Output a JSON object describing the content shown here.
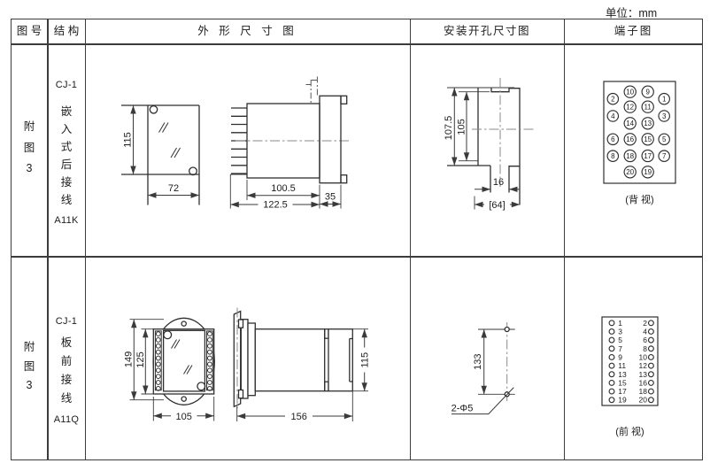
{
  "unit_label": "单位：mm",
  "headers": {
    "figure_no": "图 号",
    "structure": "结 构",
    "outline": "外 形 尺 寸 图",
    "cutout": "安装开孔尺寸图",
    "terminal": "端子图"
  },
  "row1": {
    "figure_no": [
      "附",
      "图",
      "3"
    ],
    "structure_lines": [
      "CJ-1",
      "嵌",
      "入",
      "式",
      "后",
      "接",
      "线",
      "A11K"
    ],
    "dims": {
      "front_h": "115",
      "front_w": "72",
      "body_len": "100.5",
      "total_len": "122.5",
      "flange_w": "35"
    },
    "cutout": {
      "outer_h": "107.5",
      "inner_h": "105",
      "slot_w": "16",
      "total_w": "[64]"
    },
    "terminal": {
      "caption": "(背 视)",
      "inner_pairs": [
        [
          "10",
          "9"
        ],
        [
          "12",
          "11"
        ],
        [
          "14",
          "13"
        ],
        [
          "16",
          "15"
        ],
        [
          "18",
          "17"
        ],
        [
          "20",
          "19"
        ]
      ],
      "outer_pairs": [
        [
          "2",
          "1"
        ],
        [
          "4",
          "3"
        ],
        [
          "6",
          "5"
        ],
        [
          "8",
          "7"
        ]
      ]
    }
  },
  "row2": {
    "figure_no": [
      "附",
      "图",
      "3"
    ],
    "structure_lines": [
      "CJ-1",
      "板",
      "前",
      "接",
      "线",
      "A11Q"
    ],
    "dims": {
      "front_h": "149",
      "plate_h": "125",
      "plate_w": "105",
      "total_len": "156",
      "body_h": "115"
    },
    "cutout": {
      "hole_dist": "133",
      "hole_label": "2-Φ5"
    },
    "terminal": {
      "caption": "(前 视)",
      "left_numbers": [
        "1",
        "3",
        "5",
        "7",
        "9",
        "11",
        "13",
        "15",
        "17",
        "19"
      ],
      "right_numbers": [
        "2",
        "4",
        "6",
        "8",
        "10",
        "12",
        "13",
        "16",
        "18",
        "20"
      ]
    }
  }
}
